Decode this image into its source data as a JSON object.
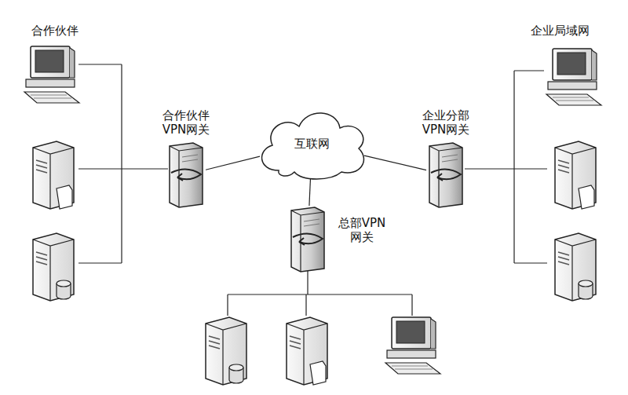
{
  "diagram": {
    "nodes": [
      {
        "text": [
          "合作伙伴 VPN网关"
        ]
      },
      {
        "text": [
          "互联网"
        ]
      },
      {
        "text": [
          "企业分部 VPN网关"
        ]
      },
      {
        "text": [
          "总部VPN 网关"
        ]
      }
    ],
    "edges": [
      {
        "from": 0,
        "to": 1,
        "arrow": "none"
      },
      {
        "from": 1,
        "to": 2,
        "arrow": "none"
      },
      {
        "from": 1,
        "to": 3,
        "arrow": "none"
      }
    ],
    "labels": [
      "合作伙伴",
      "企业局域网"
    ]
  }
}
